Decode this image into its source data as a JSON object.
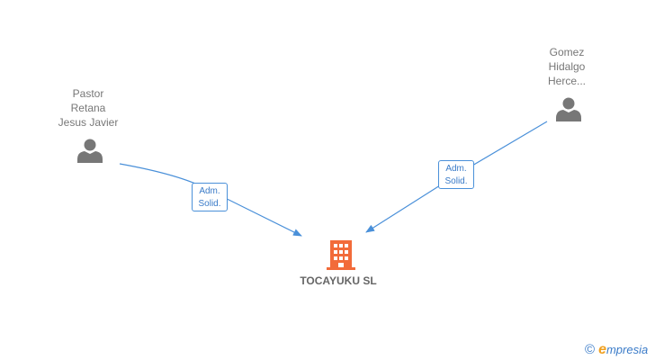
{
  "nodes": {
    "person_1": {
      "lines": [
        "Pastor",
        "Retana",
        "Jesus Javier"
      ]
    },
    "person_2": {
      "lines": [
        "Gomez",
        "Hidalgo",
        "Herce..."
      ]
    },
    "company": {
      "name": "TOCAYUKU SL"
    }
  },
  "edges": [
    {
      "from": "person_1",
      "to": "company",
      "role_lines": [
        "Adm.",
        "Solid."
      ]
    },
    {
      "from": "person_2",
      "to": "company",
      "role_lines": [
        "Adm.",
        "Solid."
      ]
    }
  ],
  "footer": {
    "copyright_symbol": "©",
    "brand_first": "e",
    "brand_rest": "mpresia"
  },
  "colors": {
    "person": "#777777",
    "company": "#f26b3a",
    "edge": "#4a90d9",
    "text": "#777777"
  },
  "icons": {
    "person": "person-icon",
    "company": "building-icon",
    "copyright": "copyright-icon"
  }
}
